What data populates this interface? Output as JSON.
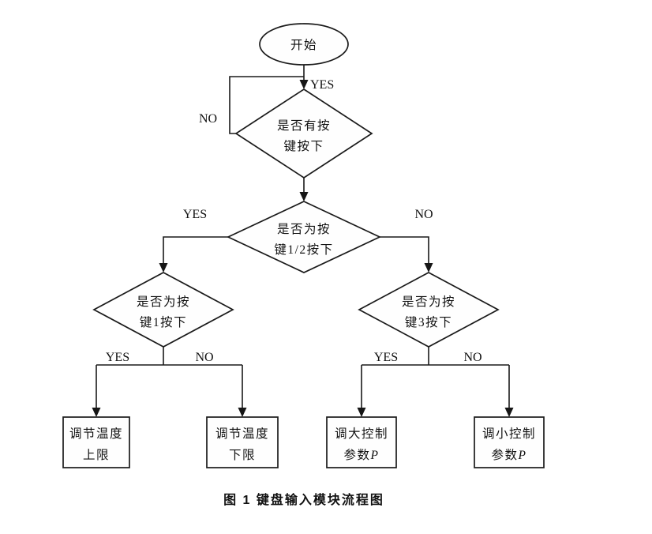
{
  "figure": {
    "caption": "图 1  键盘输入模块流程图"
  },
  "edge_labels": {
    "entry_yes": "YES",
    "loop_no": "NO",
    "d2_yes": "YES",
    "d2_no": "NO",
    "d3_yes": "YES",
    "d3_no": "NO",
    "d4_yes": "YES",
    "d4_no": "NO"
  },
  "nodes": {
    "start": {
      "label": "开始"
    },
    "check_any_key": {
      "line1": "是否有按",
      "line2": "键按下"
    },
    "check_key_1_2": {
      "line1": "是否为按",
      "line2": "键1/2按下"
    },
    "check_key_1": {
      "line1": "是否为按",
      "line2": "键1按下"
    },
    "check_key_3": {
      "line1": "是否为按",
      "line2": "键3按下"
    },
    "adjust_upper": {
      "line1": "调节温度",
      "line2": "上限"
    },
    "adjust_lower": {
      "line1": "调节温度",
      "line2": "下限"
    },
    "increase_p": {
      "line1": "调大控制",
      "line2_text": "参数",
      "line2_var": "P"
    },
    "decrease_p": {
      "line1": "调小控制",
      "line2_text": "参数",
      "line2_var": "P"
    }
  }
}
